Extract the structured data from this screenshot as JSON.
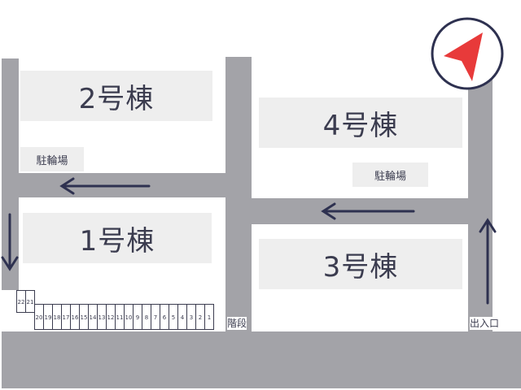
{
  "buildings": {
    "b1": "1号棟",
    "b2": "2号棟",
    "b3": "3号棟",
    "b4": "4号棟"
  },
  "bicycle_parking": {
    "left": "駐輪場",
    "right": "駐輪場"
  },
  "labels": {
    "stairs": "階段",
    "entrance": "出入口"
  },
  "parking_spaces": [
    "20",
    "19",
    "18",
    "17",
    "16",
    "15",
    "14",
    "13",
    "12",
    "11",
    "10",
    "9",
    "8",
    "7",
    "6",
    "5",
    "4",
    "3",
    "2",
    "1"
  ],
  "parking_side": [
    "22",
    "21"
  ],
  "colors": {
    "road": "#a3a3a8",
    "building": "#eeeeee",
    "text": "#3b3c4f",
    "arrow": "#2e3150",
    "compass": "#e83a3a"
  },
  "icons": [
    "compass-north-arrow-icon",
    "direction-arrow-icon"
  ]
}
